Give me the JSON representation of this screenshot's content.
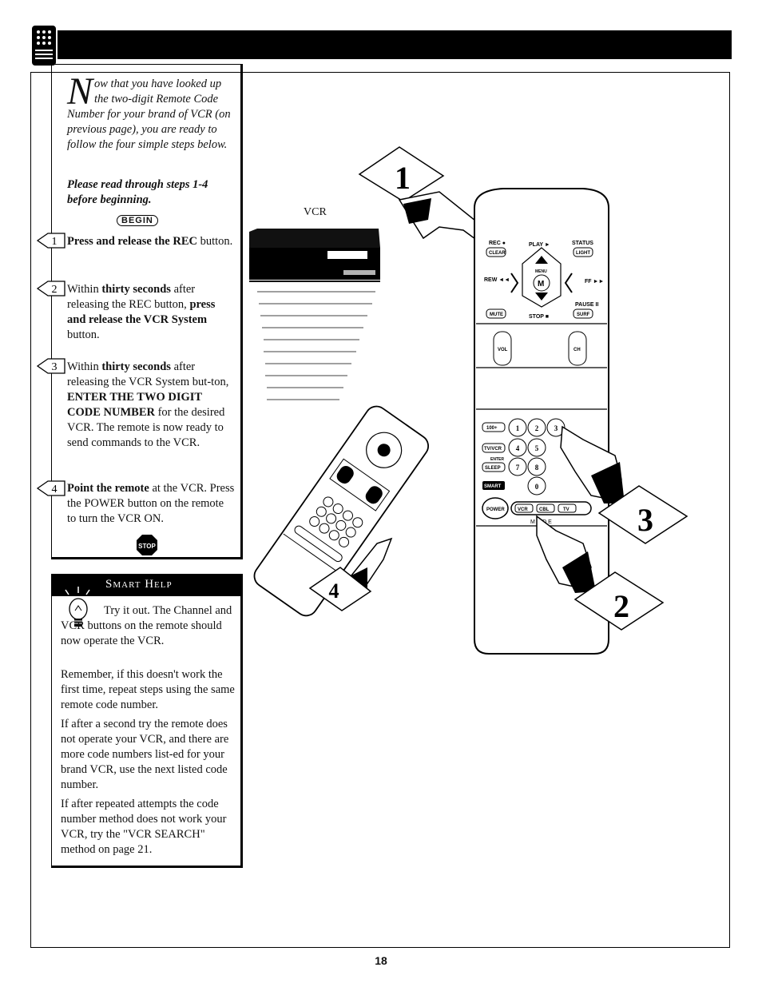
{
  "page": {
    "number": "18"
  },
  "intro": {
    "dropcap": "N",
    "text": "ow that you have looked up the two-digit Remote Code Number for your brand of VCR (on previous page), you are ready to follow the four simple steps below.",
    "warning": "Please read through steps 1-4 before beginning.",
    "begin_label": "BEGIN"
  },
  "steps": [
    {
      "num": "1",
      "bold": "Press and release the REC",
      "text": " button."
    },
    {
      "num": "2",
      "pre": "Within ",
      "bold1": "thirty seconds",
      "mid": " after releasing the REC button, ",
      "bold2": "press and release the VCR System",
      "post": " button."
    },
    {
      "num": "3",
      "pre": "Within ",
      "bold1": "thirty seconds",
      "mid": " after releasing the VCR System but-ton, ",
      "bold2": "ENTER THE TWO DIGIT CODE NUMBER",
      "post": " for the desired VCR. The remote is now ready to send commands to the VCR."
    },
    {
      "num": "4",
      "bold": "Point the remote",
      "text": " at the VCR. Press the POWER button on the remote to turn the VCR ON."
    }
  ],
  "stop_label": "STOP",
  "smart_help": {
    "title": "Smart Help",
    "p1": "Try it out. The Channel and VCR buttons on the remote should now operate the VCR.",
    "p2": "Remember, if this doesn't work the first time, repeat steps using the same remote code number.",
    "p3": "If after a second try the remote does not operate your VCR, and there are more code numbers list-ed for your brand VCR, use the next listed code number.",
    "p4": "If after repeated attempts the code number method does not work your VCR, try the \"VCR SEARCH\" method on page 21."
  },
  "illustration": {
    "vcr_label": "VCR",
    "callouts": [
      "1",
      "2",
      "3",
      "4"
    ],
    "remote_labels": {
      "rec": "REC ●",
      "play": "PLAY ►",
      "status": "STATUS",
      "clear": "CLEAR",
      "light": "LIGHT",
      "menu": "MENU",
      "m": "M",
      "rew": "REW ◄◄",
      "ff": "FF ►►",
      "pause": "PAUSE II",
      "mute": "MUTE",
      "stop": "STOP ■",
      "surf": "SURF",
      "vol": "VOL",
      "ch": "CH",
      "k100": "100+",
      "tvvcr": "TV/VCR",
      "enter": "ENTER",
      "sleep": "SLEEP",
      "smart": "SMART",
      "power": "POWER",
      "vcr": "VCR",
      "cbl": "CBL",
      "tv": "TV",
      "mode": "M  O  D  E",
      "digits": [
        "1",
        "2",
        "3",
        "4",
        "5",
        "7",
        "8",
        "0"
      ]
    }
  }
}
